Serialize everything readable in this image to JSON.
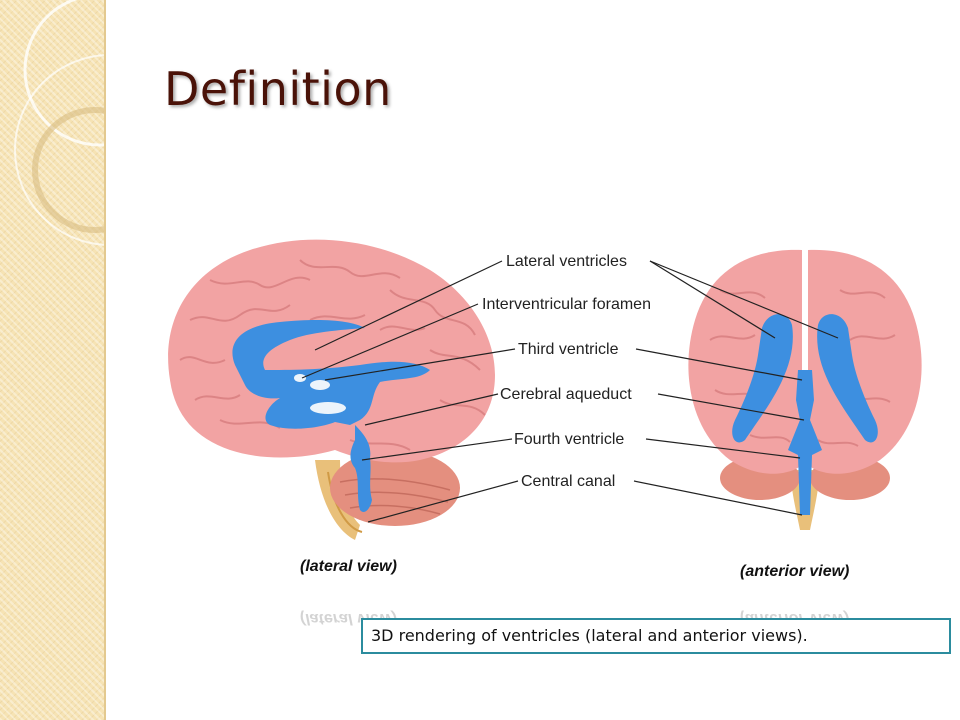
{
  "slide": {
    "title": "Definition",
    "caption": "3D rendering of ventricles (lateral and anterior views)."
  },
  "figure": {
    "labels": [
      "Lateral ventricles",
      "Interventricular foramen",
      "Third ventricle",
      "Cerebral aqueduct",
      "Fourth ventricle",
      "Central canal"
    ],
    "view_left": "(lateral view)",
    "view_right": "(anterior view)"
  },
  "colors": {
    "title": "#4a1208",
    "sidebar": "#f6e3b4",
    "brain": "#f2a3a3",
    "ventricle": "#3d8fe0",
    "caption_border": "#2b8c9e"
  }
}
